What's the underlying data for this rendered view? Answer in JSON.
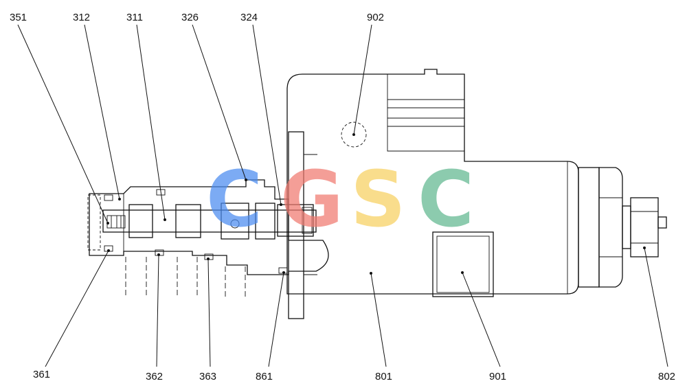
{
  "callouts": {
    "p351": "351",
    "p312": "312",
    "p311": "311",
    "p326": "326",
    "p324": "324",
    "p902": "902",
    "p361": "361",
    "p362": "362",
    "p363": "363",
    "p861": "861",
    "p801": "801",
    "p901": "901",
    "p802": "802"
  },
  "watermark": {
    "letters": [
      "C",
      "G",
      "S",
      "C"
    ],
    "colors": [
      "#4a8cf0",
      "#f07a70",
      "#f8d060",
      "#60b890"
    ]
  }
}
